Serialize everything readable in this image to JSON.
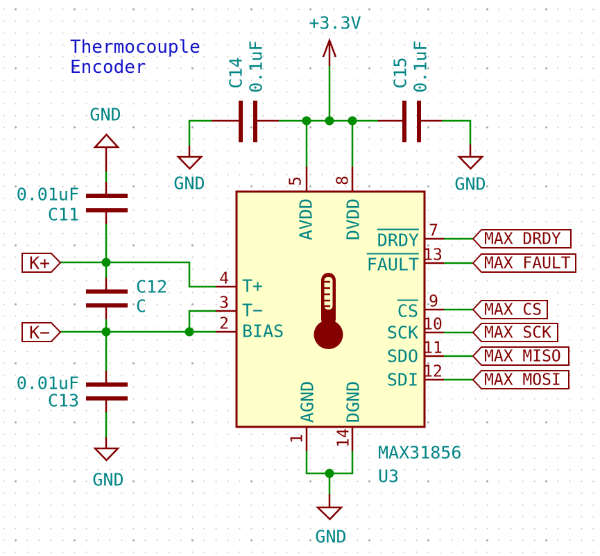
{
  "sheet": {
    "title_line1": "Thermocouple",
    "title_line2": "Encoder"
  },
  "power": {
    "vcc_label": "+3.3V",
    "gnd_labels": [
      "GND",
      "GND",
      "GND",
      "GND",
      "GND"
    ]
  },
  "ic": {
    "reference": "U3",
    "value": "MAX31856",
    "pins": {
      "top": [
        {
          "number": "5",
          "name": "AVDD"
        },
        {
          "number": "8",
          "name": "DVDD"
        }
      ],
      "bottom": [
        {
          "number": "1",
          "name": "AGND"
        },
        {
          "number": "14",
          "name": "DGND"
        }
      ],
      "left": [
        {
          "number": "4",
          "name": "T+"
        },
        {
          "number": "3",
          "name": "T−"
        },
        {
          "number": "2",
          "name": "BIAS"
        }
      ],
      "right": [
        {
          "number": "7",
          "name": "DRDY",
          "overline": true
        },
        {
          "number": "13",
          "name": "FAULT",
          "overline": true
        },
        {
          "number": "9",
          "name": "CS",
          "overline": true
        },
        {
          "number": "10",
          "name": "SCK",
          "overline": false
        },
        {
          "number": "11",
          "name": "SDO",
          "overline": false
        },
        {
          "number": "12",
          "name": "SDI",
          "overline": false
        }
      ]
    }
  },
  "capacitors": [
    {
      "reference": "C11",
      "value": "0.01uF"
    },
    {
      "reference": "C12",
      "value": "C"
    },
    {
      "reference": "C13",
      "value": "0.01uF"
    },
    {
      "reference": "C14",
      "value": "0.1uF"
    },
    {
      "reference": "C15",
      "value": "0.1uF"
    }
  ],
  "net_labels": {
    "thermocouple_inputs": [
      {
        "label": "K+"
      },
      {
        "label": "K−"
      }
    ],
    "spi": [
      {
        "label": "MAX_DRDY"
      },
      {
        "label": "MAX_FAULT"
      },
      {
        "label": "MAX_CS"
      },
      {
        "label": "MAX_SCK"
      },
      {
        "label": "MAX_MISO"
      },
      {
        "label": "MAX_MOSI"
      }
    ]
  },
  "colors": {
    "wire": "#008E00",
    "symbol_outline": "#840000",
    "pin_text": "#008484",
    "sheet_title": "#1414C8",
    "ic_fill": "#FFFFC9"
  }
}
